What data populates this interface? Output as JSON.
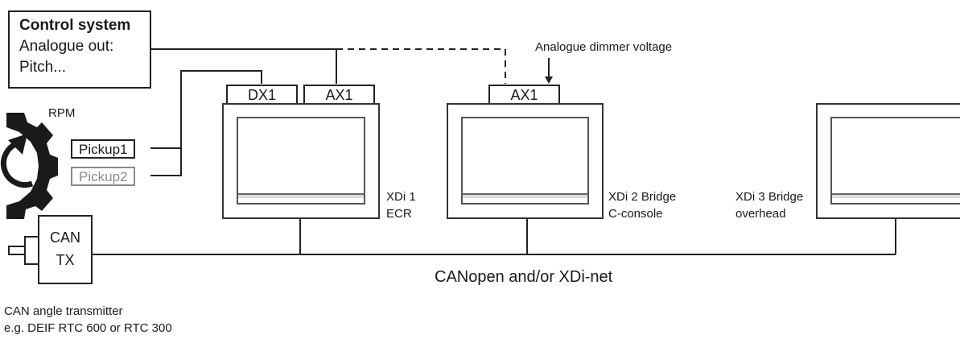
{
  "control_system": {
    "title": "Control system",
    "line1": "Analogue out:",
    "line2": "Pitch..."
  },
  "ports": {
    "dx1": "DX1",
    "ax1_a": "AX1",
    "ax1_b": "AX1"
  },
  "annotations": {
    "dimmer": "Analogue dimmer voltage",
    "rpm": "RPM",
    "bus": "CANopen and/or XDi-net"
  },
  "pickups": {
    "p1": "Pickup1",
    "p2": "Pickup2",
    "p2_color": "#8a8a8a"
  },
  "displays": [
    {
      "name": "XDi  1",
      "location": "ECR"
    },
    {
      "name": "XDi 2 Bridge",
      "location": "C-console"
    },
    {
      "name": "XDi 3 Bridge",
      "location": "overhead"
    }
  ],
  "can_tx": {
    "line1": "CAN",
    "line2": "TX",
    "caption1": "CAN angle transmitter",
    "caption2": "e.g. DEIF RTC 600 or RTC 300"
  },
  "icons": [
    "gear-icon",
    "rotation-arrow-icon"
  ]
}
